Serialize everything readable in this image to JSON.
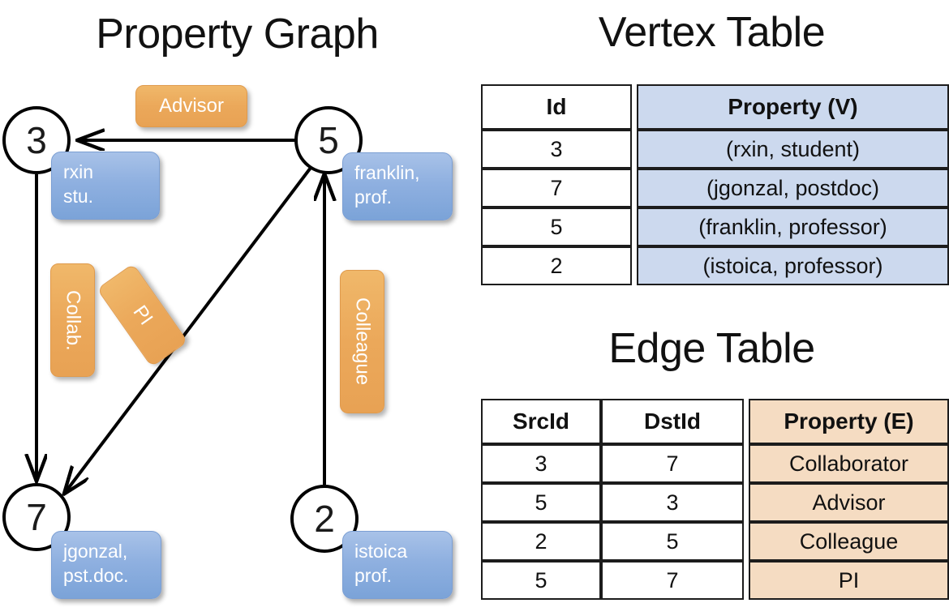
{
  "titles": {
    "property_graph": "Property Graph",
    "vertex_table": "Vertex Table",
    "edge_table": "Edge Table"
  },
  "colors": {
    "vertex_property_fill": "#ccd9ee",
    "edge_property_fill": "#f5dcc2",
    "node_property_box": "#8fb0e0",
    "edge_label_box": "#eba85a",
    "stroke": "#000000"
  },
  "graph": {
    "nodes": [
      {
        "id": "3",
        "label": "3",
        "property_lines": [
          "rxin",
          "stu."
        ]
      },
      {
        "id": "5",
        "label": "5",
        "property_lines": [
          "franklin,",
          "prof."
        ]
      },
      {
        "id": "7",
        "label": "7",
        "property_lines": [
          "jgonzal,",
          "pst.doc."
        ]
      },
      {
        "id": "2",
        "label": "2",
        "property_lines": [
          "istoica",
          "prof."
        ]
      }
    ],
    "edges": [
      {
        "src": "5",
        "dst": "3",
        "label": "Advisor"
      },
      {
        "src": "3",
        "dst": "7",
        "label": "Collab."
      },
      {
        "src": "5",
        "dst": "7",
        "label": "PI"
      },
      {
        "src": "2",
        "dst": "5",
        "label": "Colleague"
      }
    ]
  },
  "vertex_table": {
    "columns": [
      "Id",
      "Property (V)"
    ],
    "rows": [
      {
        "id": "3",
        "property": "(rxin, student)"
      },
      {
        "id": "7",
        "property": "(jgonzal, postdoc)"
      },
      {
        "id": "5",
        "property": "(franklin, professor)"
      },
      {
        "id": "2",
        "property": "(istoica, professor)"
      }
    ]
  },
  "edge_table": {
    "columns": [
      "SrcId",
      "DstId",
      "Property (E)"
    ],
    "rows": [
      {
        "src": "3",
        "dst": "7",
        "property": "Collaborator"
      },
      {
        "src": "5",
        "dst": "3",
        "property": "Advisor"
      },
      {
        "src": "2",
        "dst": "5",
        "property": "Colleague"
      },
      {
        "src": "5",
        "dst": "7",
        "property": "PI"
      }
    ]
  }
}
